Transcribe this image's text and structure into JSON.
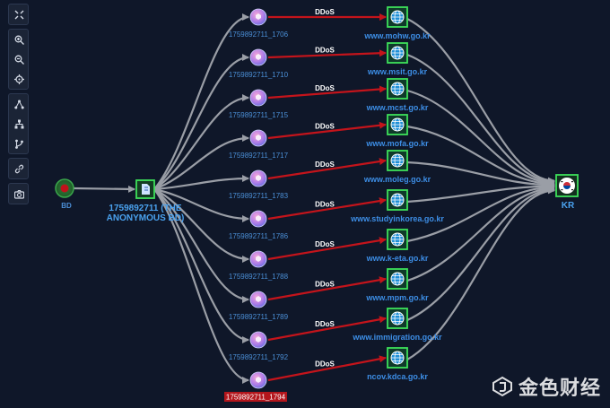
{
  "toolbar": [
    {
      "name": "fit-view-button",
      "icon": "fit-icon"
    },
    {
      "name": "zoom-in-button",
      "icon": "zoom-in-icon"
    },
    {
      "name": "zoom-out-button",
      "icon": "zoom-out-icon"
    },
    {
      "name": "center-button",
      "icon": "crosshair-icon"
    },
    {
      "name": "force-layout-button",
      "icon": "network-icon"
    },
    {
      "name": "tree-layout-button",
      "icon": "hierarchy-icon"
    },
    {
      "name": "branch-layout-button",
      "icon": "branch-icon"
    },
    {
      "name": "link-button",
      "icon": "link-icon"
    },
    {
      "name": "screenshot-button",
      "icon": "camera-icon"
    }
  ],
  "graph": {
    "origin": {
      "label": "BD",
      "color": "#c0121b"
    },
    "hub": {
      "label_line1": "1759892711 (THE",
      "label_line2": "ANONYMOUS BD)"
    },
    "target": {
      "label": "KR",
      "icon": "korea-flag-icon"
    },
    "attack_label": "DDoS",
    "attacks": [
      {
        "ip": "1759892711_1706",
        "domain": "www.mohw.go.kr",
        "highlighted": false
      },
      {
        "ip": "1759892711_1710",
        "domain": "www.msit.go.kr",
        "highlighted": false
      },
      {
        "ip": "1759892711_1715",
        "domain": "www.mcst.go.kr",
        "highlighted": false
      },
      {
        "ip": "1759892711_1717",
        "domain": "www.mofa.go.kr",
        "highlighted": false
      },
      {
        "ip": "1759892711_1783",
        "domain": "www.moleg.go.kr",
        "highlighted": false
      },
      {
        "ip": "1759892711_1786",
        "domain": "www.studyinkorea.go.kr",
        "highlighted": false
      },
      {
        "ip": "1759892711_1788",
        "domain": "www.k-eta.go.kr",
        "highlighted": false
      },
      {
        "ip": "1759892711_1789",
        "domain": "www.mpm.go.kr",
        "highlighted": false
      },
      {
        "ip": "1759892711_1792",
        "domain": "www.immigration.go.kr",
        "highlighted": false
      },
      {
        "ip": "1759892711_1794",
        "domain": "ncov.kdca.go.kr",
        "highlighted": true
      }
    ]
  },
  "watermark": {
    "text": "金色财经",
    "icon": "jinse-logo-icon"
  }
}
